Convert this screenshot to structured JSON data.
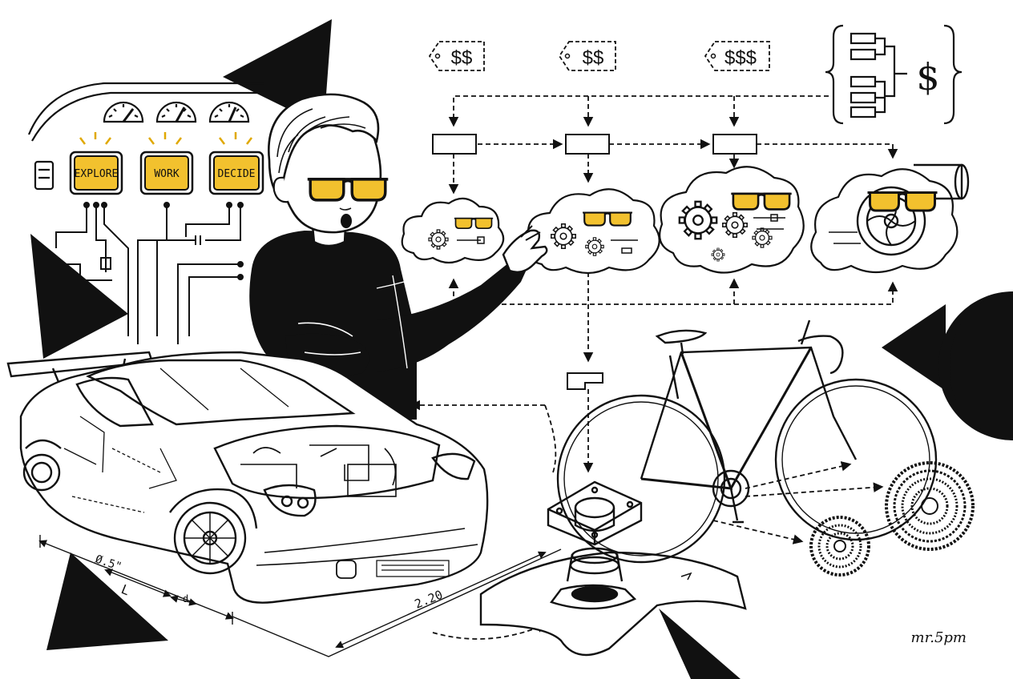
{
  "colors": {
    "ink": "#111111",
    "accent": "#f2c12e",
    "paper": "#ffffff",
    "muted": "#6a6a6a"
  },
  "buttons": {
    "explore": "EXPLORE",
    "work": "WORK",
    "decide": "DECIDE"
  },
  "price_tags": [
    "$$",
    "$$",
    "$$$"
  ],
  "budget_symbol": "$",
  "dimensions": {
    "diameter": "Ø.5\"",
    "length": "L",
    "d": "d",
    "span": "2.20"
  },
  "signature": "mr.5pm",
  "icons": [
    "gauge-icon",
    "sunglasses-icon",
    "gear-icon",
    "cloud-icon",
    "turbo-icon",
    "bicycle-icon",
    "cassette-icon",
    "sports-car-icon",
    "flange-icon"
  ]
}
